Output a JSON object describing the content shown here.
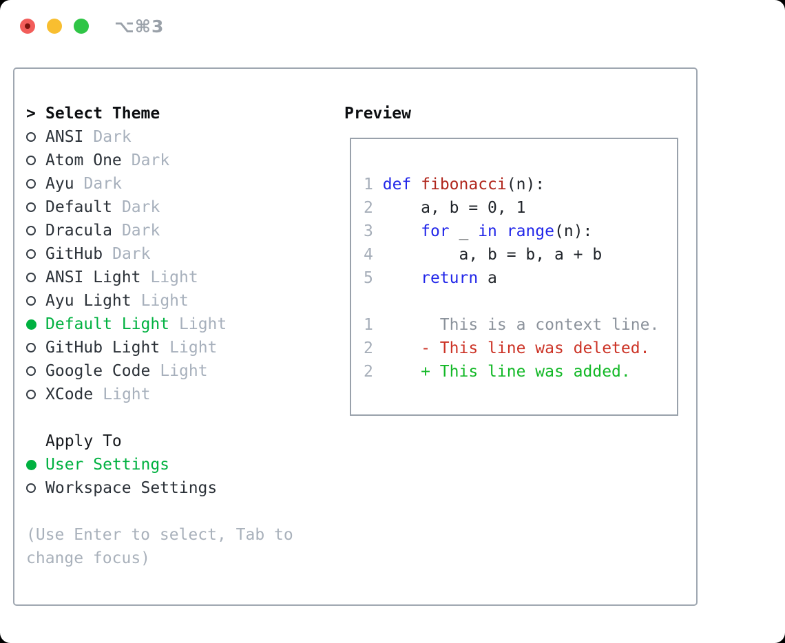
{
  "titlebar": {
    "shortcut_label": "⌥⌘3",
    "buttons": [
      {
        "name": "close",
        "color": "#f25d5a"
      },
      {
        "name": "minimize",
        "color": "#f8be30"
      },
      {
        "name": "zoom",
        "color": "#2fc546"
      }
    ]
  },
  "theme_panel": {
    "header_prefix": ">",
    "header": "Select Theme",
    "themes": [
      {
        "name": "ANSI",
        "variant": "Dark",
        "selected": false
      },
      {
        "name": "Atom One",
        "variant": "Dark",
        "selected": false
      },
      {
        "name": "Ayu",
        "variant": "Dark",
        "selected": false
      },
      {
        "name": "Default",
        "variant": "Dark",
        "selected": false
      },
      {
        "name": "Dracula",
        "variant": "Dark",
        "selected": false
      },
      {
        "name": "GitHub",
        "variant": "Dark",
        "selected": false
      },
      {
        "name": "ANSI Light",
        "variant": "Light",
        "selected": false
      },
      {
        "name": "Ayu Light",
        "variant": "Light",
        "selected": false
      },
      {
        "name": "Default Light",
        "variant": "Light",
        "selected": true
      },
      {
        "name": "GitHub Light",
        "variant": "Light",
        "selected": false
      },
      {
        "name": "Google Code",
        "variant": "Light",
        "selected": false
      },
      {
        "name": "XCode",
        "variant": "Light",
        "selected": false
      }
    ],
    "apply": {
      "header": "Apply To",
      "options": [
        {
          "label": "User Settings",
          "selected": true
        },
        {
          "label": "Workspace Settings",
          "selected": false
        }
      ]
    },
    "hint_line1": "(Use Enter to select, Tab to",
    "hint_line2": "change focus)"
  },
  "preview": {
    "header": "Preview",
    "lines": [
      {
        "num": "1",
        "segments": [
          {
            "t": "def",
            "c": "kw"
          },
          {
            "t": " ",
            "c": "plain"
          },
          {
            "t": "fibonacci",
            "c": "fn"
          },
          {
            "t": "(n):",
            "c": "plain"
          }
        ]
      },
      {
        "num": "2",
        "segments": [
          {
            "t": "    a, b = 0, 1",
            "c": "plain"
          }
        ]
      },
      {
        "num": "3",
        "segments": [
          {
            "t": "    ",
            "c": "plain"
          },
          {
            "t": "for",
            "c": "kw"
          },
          {
            "t": " _ ",
            "c": "plain"
          },
          {
            "t": "in",
            "c": "kw"
          },
          {
            "t": " ",
            "c": "plain"
          },
          {
            "t": "range",
            "c": "kw"
          },
          {
            "t": "(n):",
            "c": "plain"
          }
        ]
      },
      {
        "num": "4",
        "segments": [
          {
            "t": "        a, b = b, a + b",
            "c": "plain"
          }
        ]
      },
      {
        "num": "5",
        "segments": [
          {
            "t": "    ",
            "c": "plain"
          },
          {
            "t": "return",
            "c": "kw"
          },
          {
            "t": " a",
            "c": "plain"
          }
        ]
      },
      {
        "num": "",
        "segments": []
      },
      {
        "num": "1",
        "segments": [
          {
            "t": "      This is a context line.",
            "c": "ctx"
          }
        ]
      },
      {
        "num": "2",
        "segments": [
          {
            "t": "    - This line was deleted.",
            "c": "del"
          }
        ]
      },
      {
        "num": "2",
        "segments": [
          {
            "t": "    + This line was added.",
            "c": "add"
          }
        ]
      }
    ]
  },
  "colors": {
    "accent_green": "#00b140",
    "keyword_blue": "#2126e9",
    "function_red": "#b0261c",
    "diff_deleted_red": "#cc3326",
    "diff_added_green": "#12b826",
    "muted_gray": "#a7b0bc",
    "panel_border": "#9fa7b1"
  }
}
